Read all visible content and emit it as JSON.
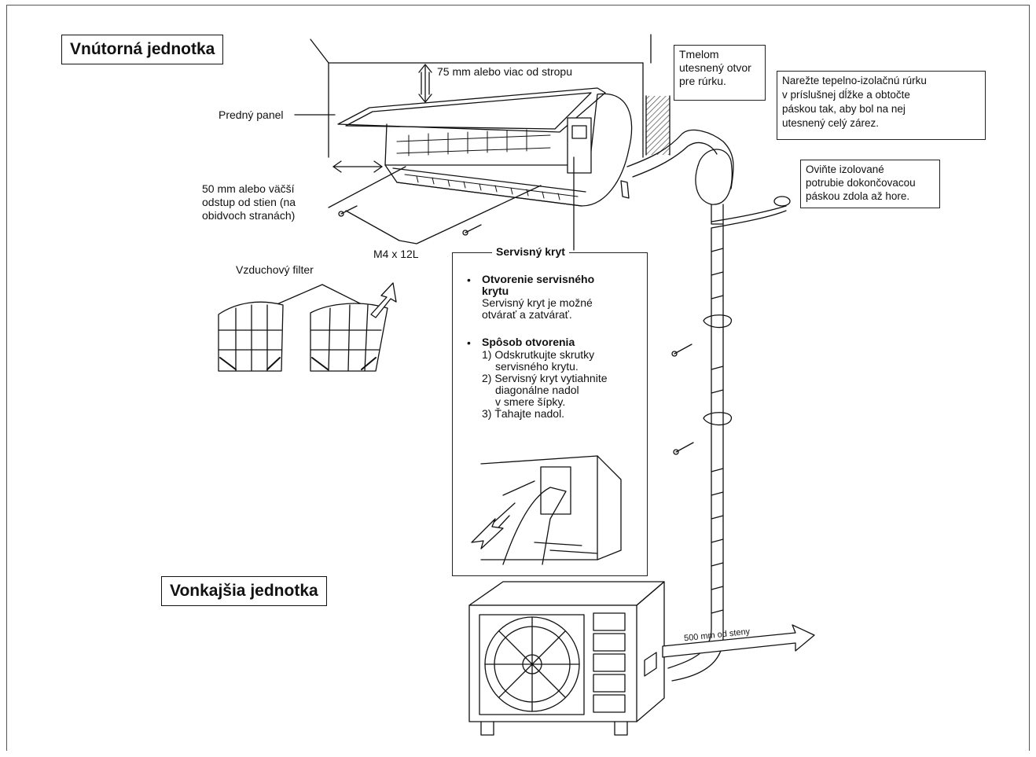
{
  "titles": {
    "indoor": "Vnútorná jednotka",
    "outdoor": "Vonkajšia jednotka"
  },
  "labels": {
    "ceiling_gap": "75 mm alebo viac od stropu",
    "front_panel": "Predný panel",
    "wall_gap": [
      "50 mm alebo väčší",
      "odstup od stien (na",
      "obidvoch stranách)"
    ],
    "screw_size": "M4 x 12L",
    "air_filter": "Vzduchový filter",
    "wall_distance": "500 mm od steny"
  },
  "notes": {
    "putty": [
      "Tmelom",
      "utesnený otvor",
      "pre rúrku."
    ],
    "insulation_tube": [
      "Narežte tepelno-izolačnú rúrku",
      "v príslušnej dĺžke a obtočte",
      "páskou tak, aby bol na nej",
      "utesnený celý zárez."
    ],
    "wrap_tape": [
      "Oviňte izolované",
      "potrubie dokončovacou",
      "páskou zdola až hore."
    ]
  },
  "service_cover": {
    "title": "Servisný kryt",
    "opening_heading": [
      "Otvorenie servisného",
      "krytu"
    ],
    "opening_text": [
      "Servisný kryt je možné",
      "otvárať a zatvárať."
    ],
    "method_heading": "Spôsob otvorenia",
    "steps": [
      [
        "1) Odskrutkujte skrutky",
        "servisného krytu."
      ],
      [
        "2) Servisný kryt vytiahnite",
        "diagonálne nadol",
        "v smere šípky."
      ],
      [
        "3) Ťahajte nadol."
      ]
    ]
  }
}
